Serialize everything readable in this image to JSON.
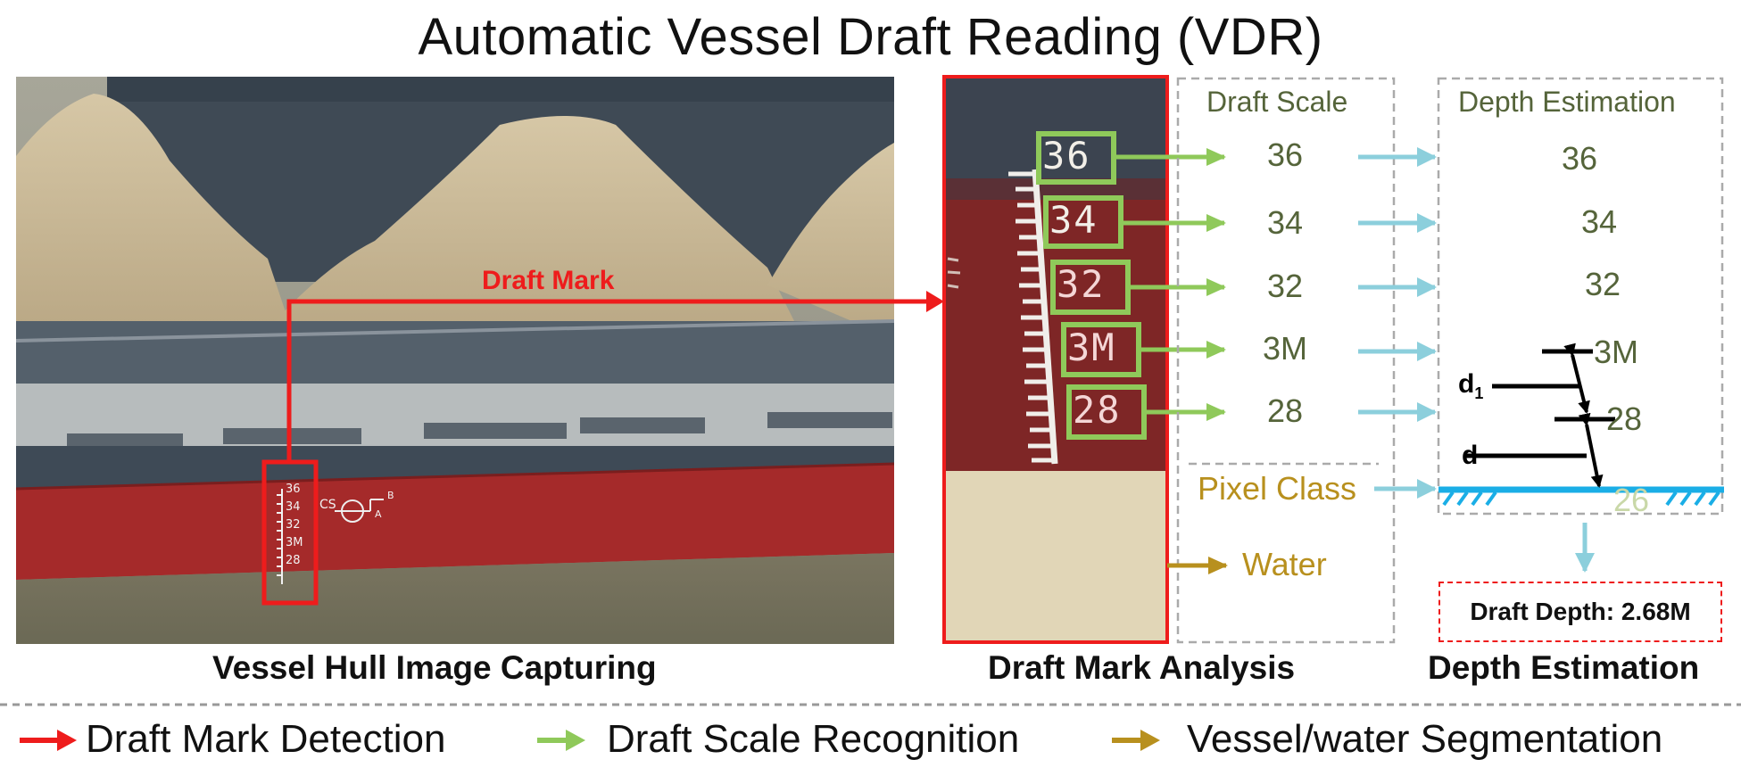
{
  "title": "Automatic Vessel Draft Reading (VDR)",
  "captions": {
    "left": "Vessel Hull Image Capturing",
    "middle": "Draft Mark Analysis",
    "right": "Depth Estimation"
  },
  "draft_mark_label": "Draft Mark",
  "hull_marks": [
    "36",
    "34",
    "32",
    "3M",
    "28"
  ],
  "hull_symbols": {
    "cs": "CS",
    "a": "A",
    "b": "B"
  },
  "crop_marks": [
    "36",
    "34",
    "32",
    "3M",
    "28"
  ],
  "draft_scale": {
    "header": "Draft Scale",
    "values": [
      "36",
      "34",
      "32",
      "3M",
      "28"
    ]
  },
  "depth_estimation": {
    "header": "Depth Estimation",
    "values": [
      "36",
      "34",
      "32",
      "3M",
      "28"
    ],
    "faded_value": "26",
    "d1_label": "d",
    "d1_sub": "1",
    "d_label": "d"
  },
  "pixel_class": {
    "header": "Pixel Class",
    "water": "Water"
  },
  "result": "Draft Depth: 2.68M",
  "legend": [
    {
      "label": "Draft Mark Detection",
      "color": "#ee1c1c"
    },
    {
      "label": "Draft Scale Recognition",
      "color": "#8fc95a"
    },
    {
      "label": "Vessel/water Segmentation",
      "color": "#b8901e"
    }
  ],
  "colors": {
    "red": "#ee1c1c",
    "green": "#8fc95a",
    "lightblue": "#8ccfdc",
    "gold": "#b8901e",
    "waterline": "#1aaee6"
  }
}
